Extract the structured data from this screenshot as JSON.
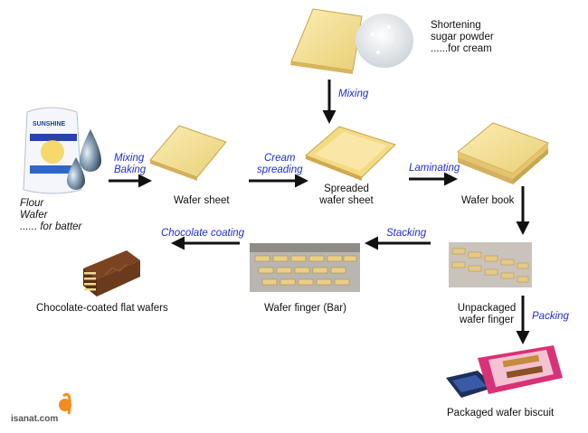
{
  "ingredients": {
    "cream": [
      "Shortening",
      "sugar powder",
      "......for cream"
    ],
    "batter": [
      "Flour",
      "Wafer",
      "...... for batter"
    ],
    "flour_bag_brand": "SUNSHINE"
  },
  "steps": {
    "mixing_baking": [
      "Mixing",
      "Baking"
    ],
    "mixing": "Mixing",
    "cream_spreading": [
      "Cream",
      "spreading"
    ],
    "laminating": "Laminating",
    "stacking": "Stacking",
    "chocolate_coating": "Chocolate coating",
    "packing": "Packing"
  },
  "products": {
    "wafer_sheet": "Wafer sheet",
    "spreaded_wafer_sheet": [
      "Spreaded",
      "wafer sheet"
    ],
    "wafer_book": "Wafer book",
    "unpackaged_wafer_finger": [
      "Unpackaged",
      "wafer finger"
    ],
    "wafer_finger_bar": "Wafer finger (Bar)",
    "chocolate_coated": "Chocolate-coated flat wafers",
    "packaged": "Packaged wafer biscuit"
  },
  "watermark": "isanat.com",
  "colors": {
    "step_text": "#1f2bd6",
    "arrow": "#111111",
    "wafer": "#f2dc8c",
    "wafer_edge": "#c9a54e",
    "chocolate": "#6b3a1c",
    "logo": "#f28c1e"
  },
  "icons": [
    "flour-bag-icon",
    "water-drop-icon",
    "sugar-pile-icon",
    "shortening-block-icon",
    "wafer-sheet-icon",
    "wafer-book-icon",
    "wafer-finger-icon",
    "chocolate-wafer-icon",
    "package-icon",
    "isanat-logo-icon"
  ]
}
